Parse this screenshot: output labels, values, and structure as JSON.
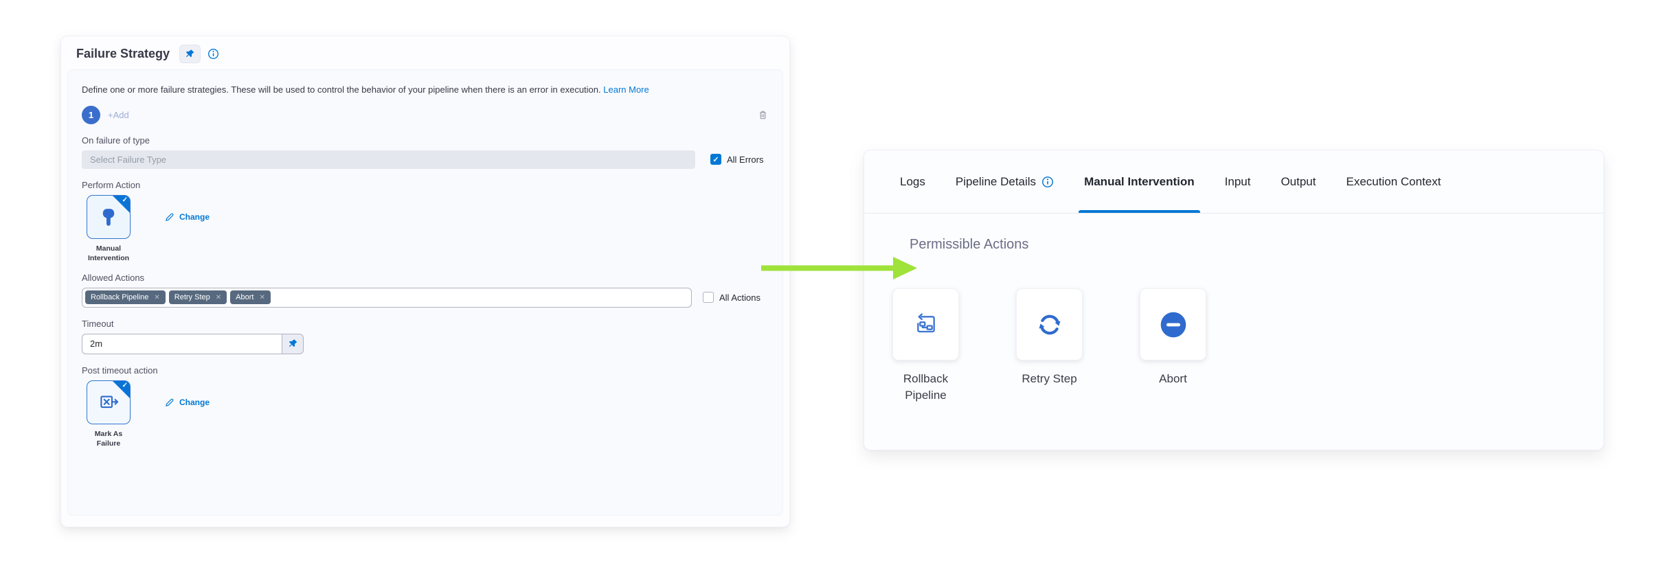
{
  "colors": {
    "primary_blue": "#0278d5",
    "icon_blue": "#2f6bce",
    "tag_slate": "#57697e",
    "arrow_lime": "#9fe23a"
  },
  "failure_strategy": {
    "title": "Failure Strategy",
    "description": "Define one or more failure strategies. These will be used to control the behavior of your pipeline when there is an error in execution.",
    "learn_more_label": "Learn More",
    "strategy_number": "1",
    "add_label": "+Add",
    "on_failure_of_type": {
      "label": "On failure of type",
      "placeholder": "Select Failure Type",
      "all_errors_label": "All Errors",
      "all_errors_checked": true,
      "check_glyph": "✓"
    },
    "perform_action": {
      "label": "Perform Action",
      "selected_action": "Manual Intervention",
      "change_label": "Change",
      "selected_check_glyph": "✓"
    },
    "allowed_actions": {
      "label": "Allowed Actions",
      "tags": [
        "Rollback Pipeline",
        "Retry Step",
        "Abort"
      ],
      "remove_glyph": "✕",
      "all_actions_label": "All Actions",
      "all_actions_checked": false
    },
    "timeout": {
      "label": "Timeout",
      "value": "2m"
    },
    "post_timeout_action": {
      "label": "Post timeout action",
      "selected_action": "Mark As Failure",
      "change_label": "Change",
      "selected_check_glyph": "✓"
    }
  },
  "execution_panel": {
    "tabs": [
      {
        "label": "Logs",
        "active": false
      },
      {
        "label": "Pipeline Details",
        "active": false,
        "has_info_icon": true
      },
      {
        "label": "Manual Intervention",
        "active": true
      },
      {
        "label": "Input",
        "active": false
      },
      {
        "label": "Output",
        "active": false
      },
      {
        "label": "Execution Context",
        "active": false
      }
    ],
    "section_title": "Permissible Actions",
    "actions": [
      {
        "label": "Rollback Pipeline",
        "icon": "rollback-pipeline-icon"
      },
      {
        "label": "Retry Step",
        "icon": "retry-step-icon"
      },
      {
        "label": "Abort",
        "icon": "abort-icon"
      }
    ]
  }
}
